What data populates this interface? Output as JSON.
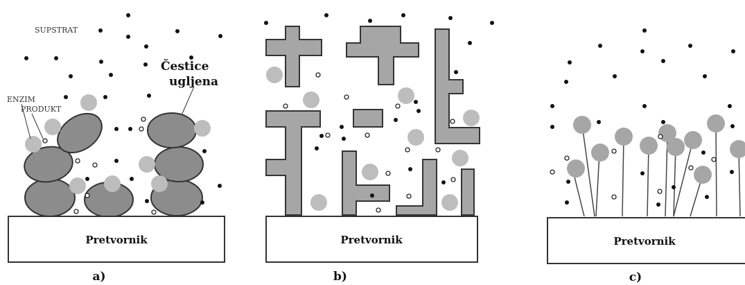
{
  "panels": [
    {
      "id": "a",
      "caption": "a)",
      "base_label": "Pretvornik"
    },
    {
      "id": "b",
      "caption": "b)",
      "base_label": "Pretvornik"
    },
    {
      "id": "c",
      "caption": "c)",
      "base_label": "Pretvornik"
    }
  ],
  "annotations": {
    "substrate": "SUPSTRAT",
    "enzyme": "ENZIM",
    "product": "PRODUKT",
    "carbon_particles_line1": "Čestice",
    "carbon_particles_line2": "ugljena"
  },
  "colors": {
    "enzyme": "#bdbdbd",
    "carbon": "#8c8c8c",
    "polymer": "#a6a6a6",
    "substrate": "#111111",
    "outline": "#333333"
  }
}
